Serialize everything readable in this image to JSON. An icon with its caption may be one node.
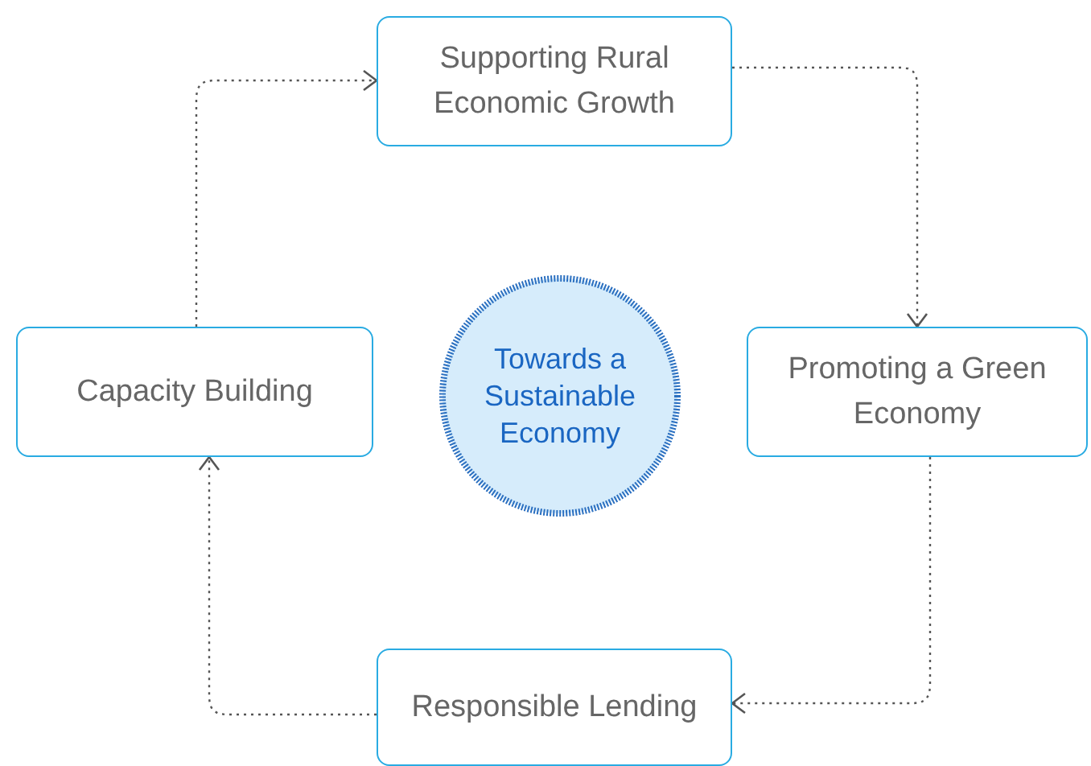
{
  "diagram": {
    "nodes": [
      {
        "text": [
          "Supporting Rural Economic Growth"
        ]
      },
      {
        "text": [
          "Capacity Building"
        ]
      },
      {
        "text": [
          "Towards a Sustainable Economy"
        ]
      },
      {
        "text": [
          "Promoting a Green Economy"
        ]
      },
      {
        "text": [
          "Responsible Lending"
        ]
      }
    ],
    "edges": [
      {
        "from": 1,
        "to": 0,
        "arrow": "to",
        "style": "dashed"
      },
      {
        "from": 0,
        "to": 3,
        "arrow": "to",
        "style": "dashed"
      },
      {
        "from": 3,
        "to": 4,
        "arrow": "to",
        "style": "dashed"
      },
      {
        "from": 4,
        "to": 1,
        "arrow": "to",
        "style": "dashed"
      }
    ]
  }
}
